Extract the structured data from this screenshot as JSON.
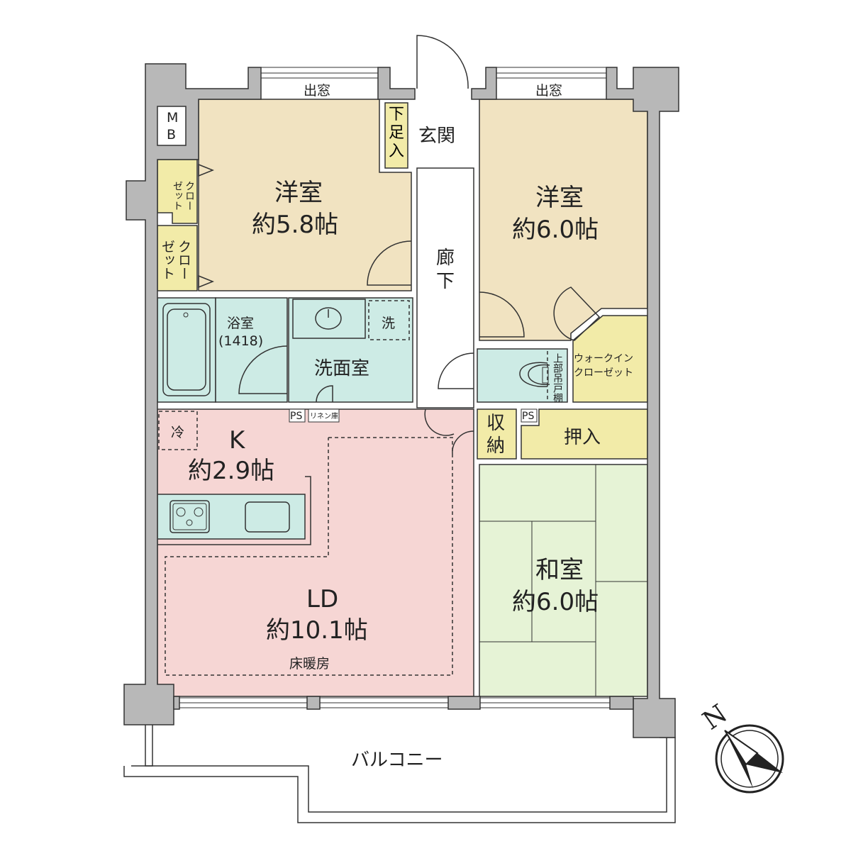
{
  "colors": {
    "wall": "#b8b8b8",
    "western": "#f1e3c1",
    "storage": "#f2eba8",
    "wet": "#cdebe5",
    "ld": "#f6d6d4",
    "washitsu": "#e6f3d6"
  },
  "labels": {
    "bay_window": "出窓",
    "mb_1": "M",
    "mb_2": "B",
    "shoe_1": "下",
    "shoe_2": "足",
    "shoe_3": "入",
    "entrance": "玄関",
    "hall_1": "廊",
    "hall_2": "下",
    "western1_name": "洋室",
    "western1_size": "約5.8帖",
    "western2_name": "洋室",
    "western2_size": "約6.0帖",
    "closet_a": [
      "クロー",
      "ゼット"
    ],
    "closet_b": [
      "クロー",
      "ゼット"
    ],
    "bath_name": "浴室",
    "bath_size": "(1418)",
    "washroom": "洗面室",
    "washer": "洗",
    "ps": "PS",
    "linen": "リネン庫",
    "toilet_shelf": [
      "上",
      "部",
      "吊",
      "戸",
      "棚"
    ],
    "wic_1": "ウォークイン",
    "wic_2": "クローゼット",
    "storage_1": "収",
    "storage_2": "納",
    "oshiire": "押入",
    "fridge": "冷",
    "k_name": "K",
    "k_size": "約2.9帖",
    "ld_name": "LD",
    "ld_size": "約10.1帖",
    "floor_heating": "床暖房",
    "washitsu_name": "和室",
    "washitsu_size": "約6.0帖",
    "balcony": "バルコニー",
    "north": "N"
  }
}
